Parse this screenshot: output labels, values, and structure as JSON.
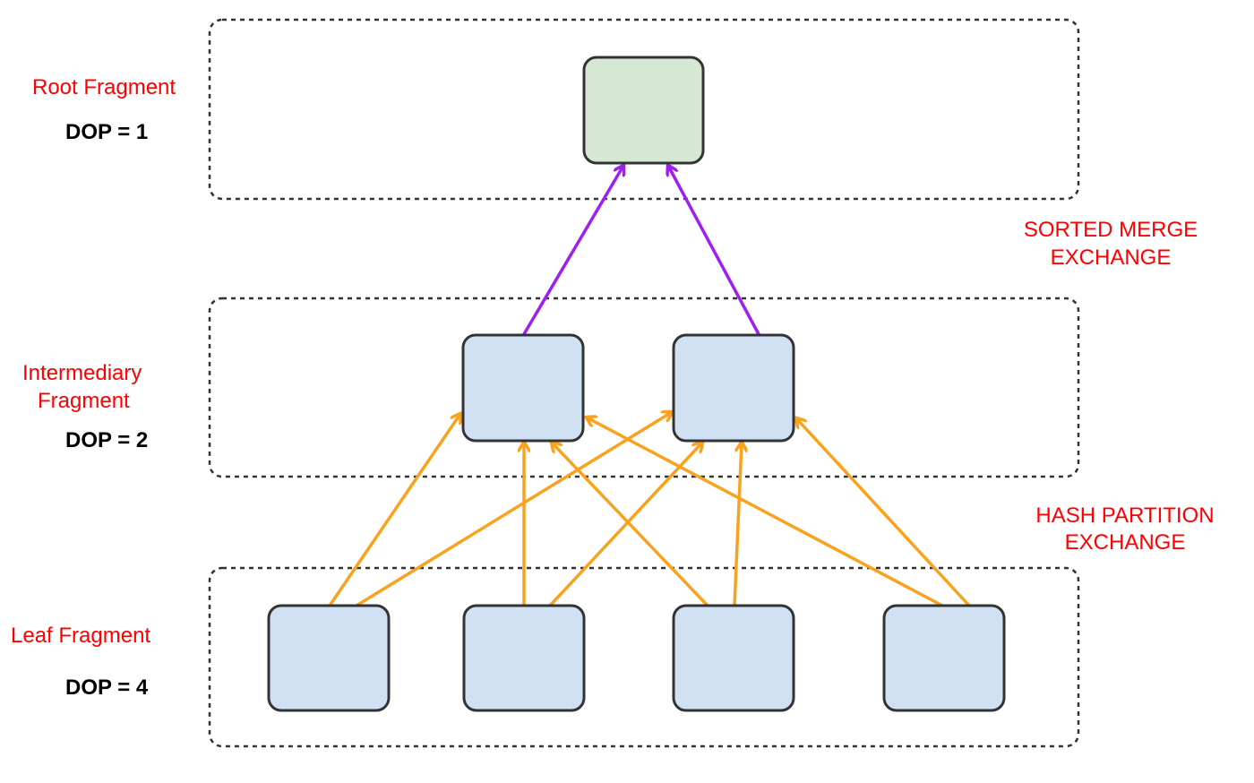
{
  "fragments": {
    "root": {
      "label": "Root Fragment",
      "dop": "DOP = 1"
    },
    "intermediary": {
      "label_line1": "Intermediary",
      "label_line2": "Fragment",
      "dop": "DOP = 2"
    },
    "leaf": {
      "label": "Leaf Fragment",
      "dop": "DOP = 4"
    }
  },
  "exchanges": {
    "sorted_merge": {
      "line1": "SORTED MERGE",
      "line2": "EXCHANGE"
    },
    "hash_partition": {
      "line1": "HASH PARTITION",
      "line2": "EXCHANGE"
    }
  },
  "colors": {
    "root_node_fill": "#d5e8d4",
    "node_fill": "#d0e1f3",
    "node_stroke": "#333333",
    "fragment_border": "#333333",
    "label_red": "#ff0000",
    "merge_arrow": "#9d1ff2",
    "hash_arrow": "#f9a21d"
  }
}
